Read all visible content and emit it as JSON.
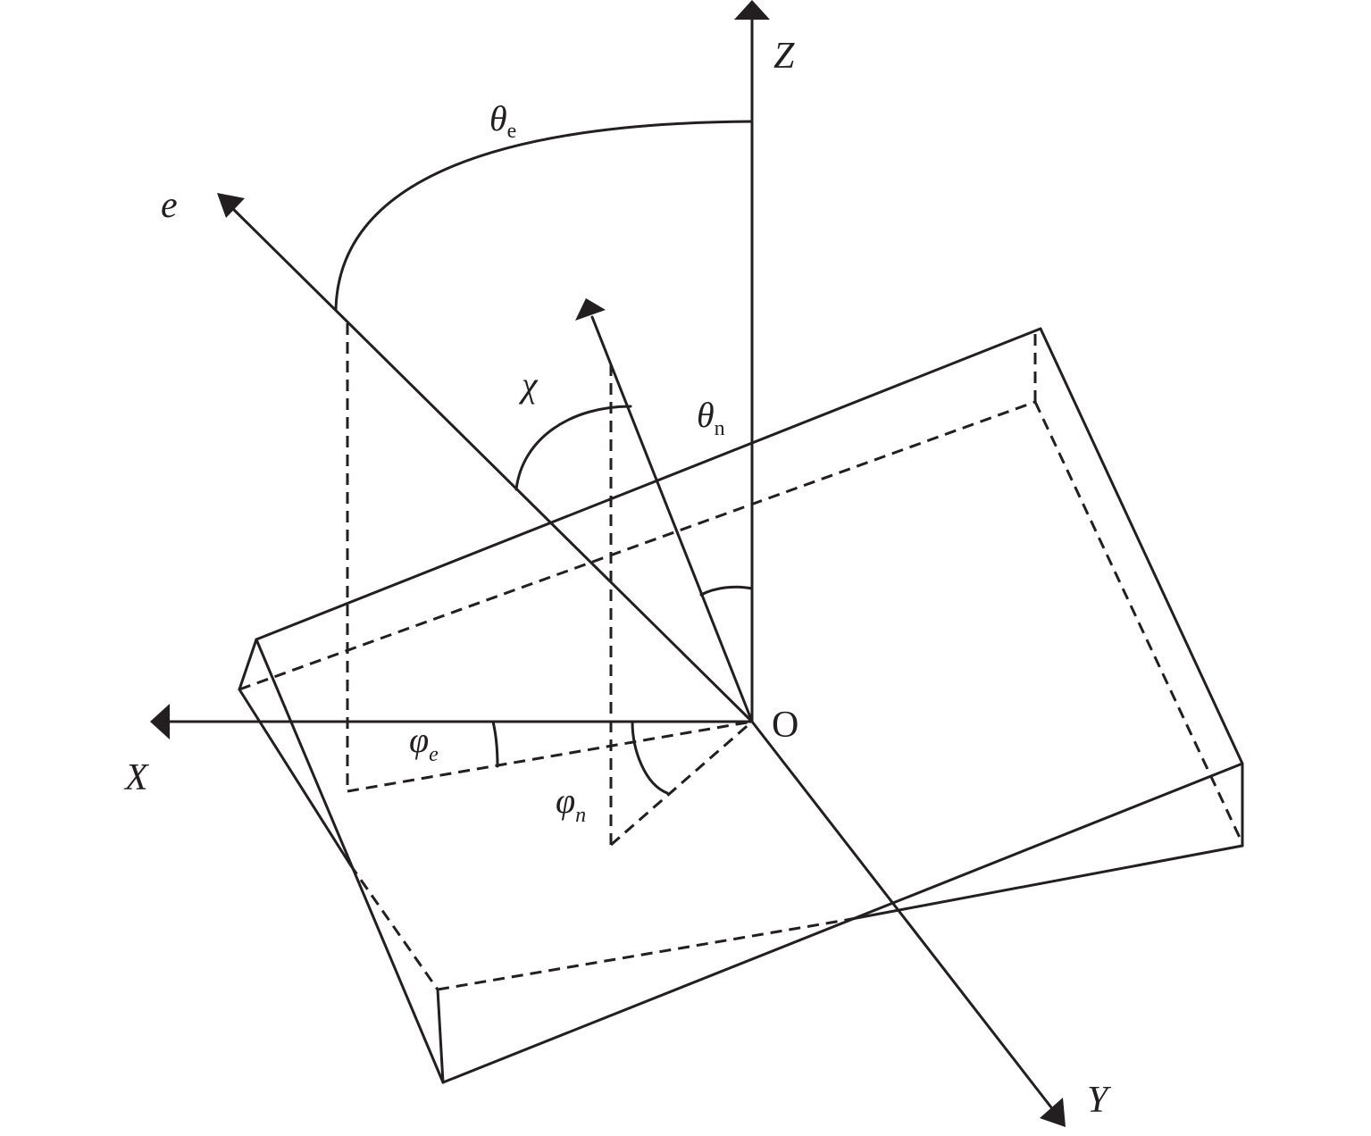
{
  "labels": {
    "z_axis": "Z",
    "x_axis": "X",
    "y_axis": "Y",
    "origin": "O",
    "e_vector": "e",
    "theta_e_symbol": "θ",
    "theta_e_sub": "e",
    "theta_n_symbol": "θ",
    "theta_n_sub": "n",
    "chi": "χ",
    "phi_e_symbol": "φ",
    "phi_e_sub": "e",
    "phi_n_symbol": "φ",
    "phi_n_sub": "n"
  },
  "colors": {
    "ink": "#231f20",
    "background": "#ffffff"
  }
}
